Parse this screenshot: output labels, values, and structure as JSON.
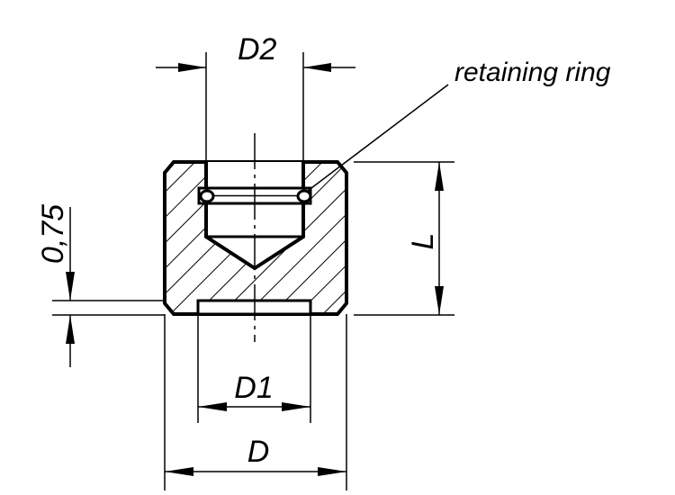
{
  "labels": {
    "d2": "D2",
    "d1": "D1",
    "d": "D",
    "l": "L",
    "thickness": "0,75",
    "callout": "retaining ring"
  }
}
